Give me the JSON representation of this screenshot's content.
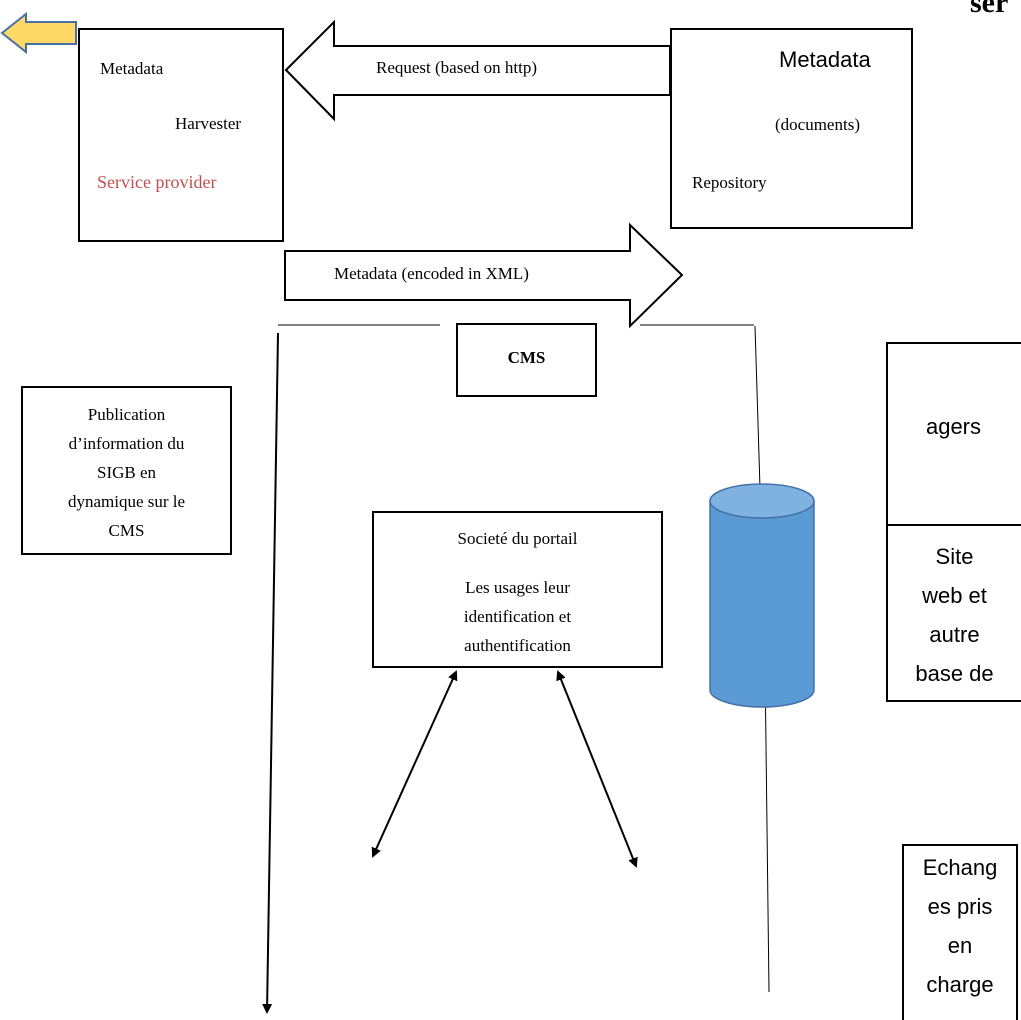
{
  "harvester_box": {
    "line1": "Metadata",
    "line2": "Harvester",
    "line3": "Service provider"
  },
  "repository_box": {
    "line1": "Metadata",
    "line2": "(documents)",
    "line3": "Repository"
  },
  "request_arrow": {
    "label": "Request (based on http)"
  },
  "response_arrow": {
    "label": "Metadata (encoded in XML)"
  },
  "cms_box": {
    "label": "CMS"
  },
  "publication_box": {
    "line1": "Publication",
    "line2": "d’information du",
    "line3": "SIGB en",
    "line4": "dynamique sur le",
    "line5": "CMS"
  },
  "portal_box": {
    "line1": "Societé du portail",
    "line2": "Les usages leur",
    "line3": "identification et",
    "line4": "authentification"
  },
  "right_top_box": {
    "label": "agers"
  },
  "right_mid_box": {
    "line1": "Site",
    "line2": "web et",
    "line3": "autre",
    "line4": "base de"
  },
  "right_bottom_box": {
    "line1": "Echang",
    "line2": "es pris",
    "line3": "en",
    "line4": "charge"
  },
  "corner_text": {
    "label": "ser"
  },
  "colors": {
    "cylinder_fill": "#5b9bd5",
    "cylinder_top": "#7fb2e0",
    "back_arrow_fill": "#ffd966",
    "back_arrow_stroke": "#4a6fa5",
    "accent_red": "#c0504d"
  },
  "icons": [
    "back-arrow-icon",
    "database-cylinder-icon"
  ]
}
